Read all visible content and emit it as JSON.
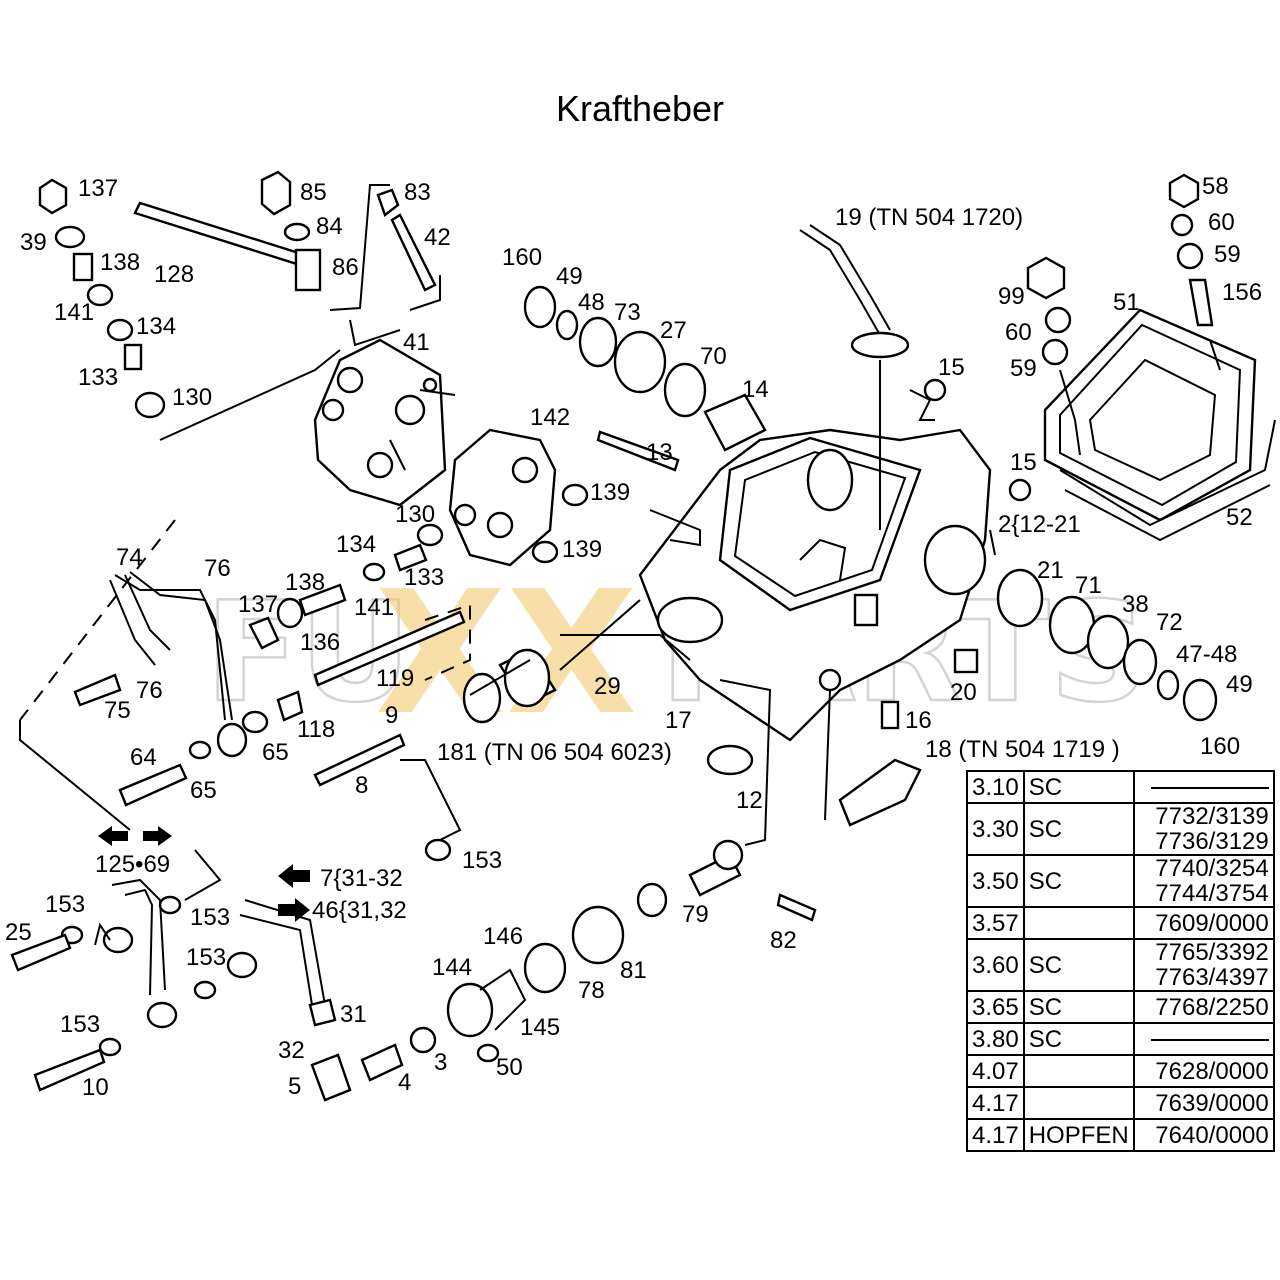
{
  "title": "Kraftheber",
  "watermark": {
    "text_left": "FU",
    "text_x": "XX",
    "text_right": "PARTS",
    "accent_color": "#f3c462"
  },
  "labels": {
    "l137a": "137",
    "l39": "39",
    "l138a": "138",
    "l141a": "141",
    "l134a": "134",
    "l133a": "133",
    "l130a": "130",
    "l128": "128",
    "l85": "85",
    "l84": "84",
    "l86": "86",
    "l83": "83",
    "l42": "42",
    "l41": "41",
    "l160a": "160",
    "l49a": "49",
    "l48": "48",
    "l73": "73",
    "l27": "27",
    "l70": "70",
    "l14": "14",
    "l19": "19 (TN 504 1720)",
    "l58": "58",
    "l60a": "60",
    "l59a": "59",
    "l156": "156",
    "l99": "99",
    "l60b": "60",
    "l59b": "59",
    "l51": "51",
    "l52": "52",
    "l15a": "15",
    "l15b": "15",
    "l2": "2{12-21",
    "l142": "142",
    "l13": "13",
    "l139a": "139",
    "l139b": "139",
    "l130b": "130",
    "l134b": "134",
    "l133b": "133",
    "l138b": "138",
    "l137b": "137",
    "l141b": "141",
    "l136": "136",
    "l119": "119",
    "l118": "118",
    "l9": "9",
    "l8": "8",
    "l29": "29",
    "l17": "17",
    "l181": "181 (TN 06 504 6023)",
    "l74": "74",
    "l76a": "76",
    "l76b": "76",
    "l75": "75",
    "l64": "64",
    "l65a": "65",
    "l65b": "65",
    "l21": "21",
    "l71": "71",
    "l38": "38",
    "l72": "72",
    "l4748": "47-48",
    "l49b": "49",
    "l160b": "160",
    "l20": "20",
    "l16": "16",
    "l18": "18 (TN 504 1719 )",
    "l12": "12",
    "l125": "125•69",
    "l7": "7{31-32",
    "l46": "46{31,32",
    "l153a": "153",
    "l153b": "153",
    "l153c": "153",
    "l153d": "153",
    "l153e": "153",
    "l25": "25",
    "l10": "10",
    "l31": "31",
    "l32": "32",
    "l5": "5",
    "l4": "4",
    "l3": "3",
    "l50": "50",
    "l144": "144",
    "l146": "146",
    "l145": "145",
    "l78": "78",
    "l81": "81",
    "l79": "79",
    "l82": "82"
  },
  "table": {
    "rows": [
      {
        "code": "3.10",
        "type": "SC",
        "nums": []
      },
      {
        "code": "3.30",
        "type": "SC",
        "nums": [
          "7732/3139",
          "7736/3129"
        ]
      },
      {
        "code": "3.50",
        "type": "SC",
        "nums": [
          "7740/3254",
          "7744/3754"
        ]
      },
      {
        "code": "3.57",
        "type": "",
        "nums": [
          "7609/0000"
        ]
      },
      {
        "code": "3.60",
        "type": "SC",
        "nums": [
          "7765/3392",
          "7763/4397"
        ]
      },
      {
        "code": "3.65",
        "type": "SC",
        "nums": [
          "7768/2250"
        ]
      },
      {
        "code": "3.80",
        "type": "SC",
        "nums": []
      },
      {
        "code": "4.07",
        "type": "",
        "nums": [
          "7628/0000"
        ]
      },
      {
        "code": "4.17",
        "type": "",
        "nums": [
          "7639/0000"
        ]
      },
      {
        "code": "4.17",
        "type": "HOPFEN",
        "nums": [
          "7640/0000"
        ]
      }
    ]
  }
}
